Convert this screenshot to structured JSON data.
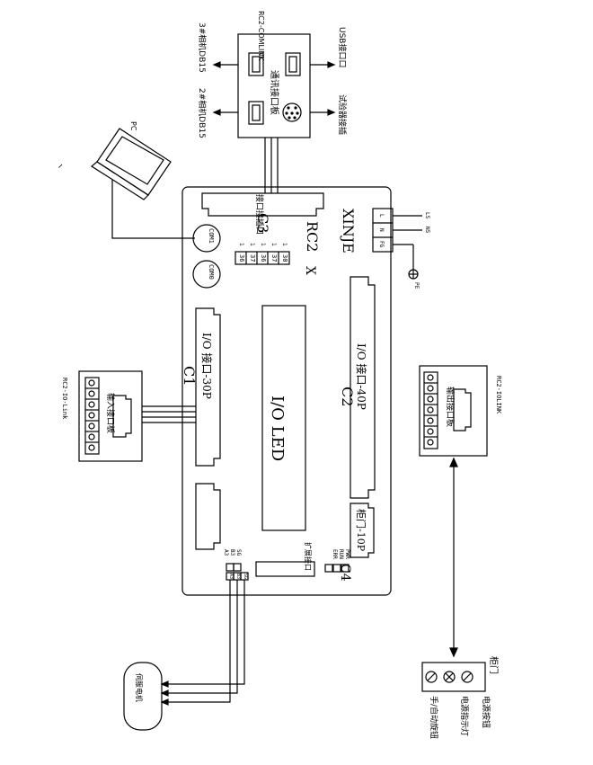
{
  "comm_board": {
    "title": "RC2-COMLINK",
    "name": "通讯接口板",
    "port_3": "3#相机DB15",
    "port_2": "2#相机DB15",
    "usb": "USB接口口",
    "tester": "试验器接插"
  },
  "pc": {
    "label": "PC"
  },
  "controller": {
    "brand": "XINJE",
    "model": "RC2",
    "model_suffix": "X",
    "c3": "C3",
    "com1": "COM1",
    "com0": "COM0",
    "top_connector": "接口接插口",
    "c1": "C1",
    "c1_label": "I/O 接口-30P",
    "c2": "C2",
    "c2_label": "I/O 接口-40P",
    "c4": "C4",
    "c4_label": "柜门-10P",
    "led": "I/O LED",
    "terminal_numbers": [
      "30",
      "37",
      "36",
      "37",
      "36"
    ],
    "terminal_marks": [
      "1",
      "1",
      "1",
      "1",
      "1"
    ],
    "power_pins": [
      "L",
      "N",
      "FG"
    ],
    "power_labels": [
      "LS",
      "N5"
    ],
    "pe": "PE",
    "signals": [
      "SG",
      "B3",
      "A3"
    ],
    "sgn_pins": [
      "SG",
      "B3",
      "A3"
    ],
    "status_leds": [
      "PWR",
      "RUN",
      "ERR"
    ],
    "expansion": "扩展接口"
  },
  "io_link": {
    "title": "RC2-IO-Link",
    "name": "输入接口板"
  },
  "io_out": {
    "title": "RC2-IOLINK",
    "name": "输出接口板"
  },
  "servo": {
    "label": "伺服电机"
  },
  "door_panel": {
    "title": "柜门",
    "power_button": "电源按钮",
    "power_lamp": "电源指示灯",
    "mode_knob": "手/自动旋钮"
  },
  "stray_mark": "ヽ"
}
